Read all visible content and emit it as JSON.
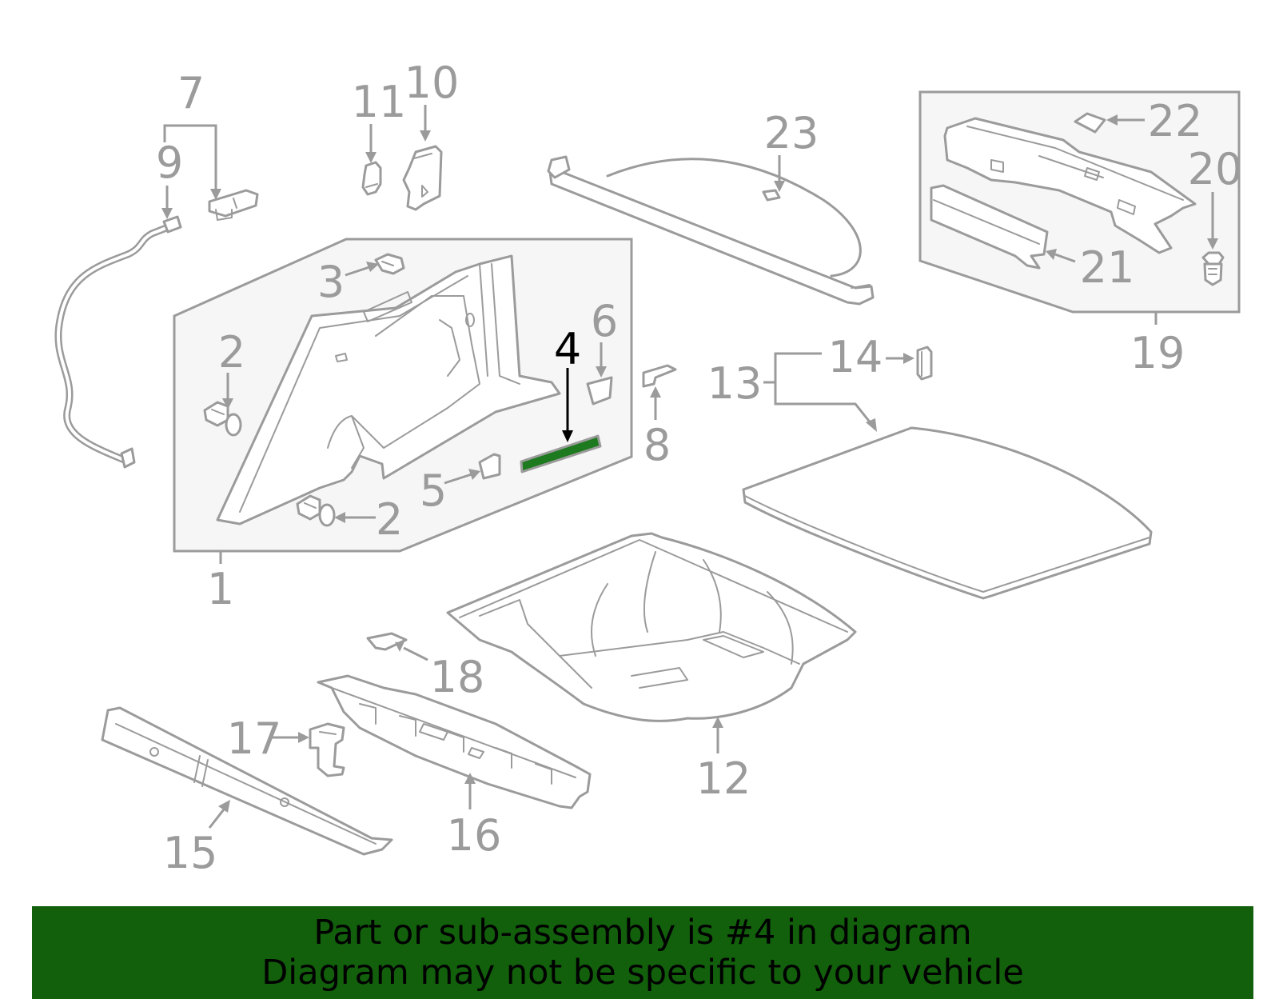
{
  "diagram": {
    "highlighted_part": "4",
    "highlight_color": "#1e7a1e",
    "line_color": "#9b9b9b",
    "callouts": [
      "1",
      "2",
      "2",
      "3",
      "4",
      "5",
      "6",
      "7",
      "8",
      "9",
      "10",
      "11",
      "12",
      "13",
      "14",
      "15",
      "16",
      "17",
      "18",
      "19",
      "20",
      "21",
      "22",
      "23"
    ]
  },
  "banner": {
    "line1": "Part or sub-assembly is #4 in diagram",
    "line2": "Diagram may not be specific to your vehicle",
    "background": "#125f0c"
  }
}
